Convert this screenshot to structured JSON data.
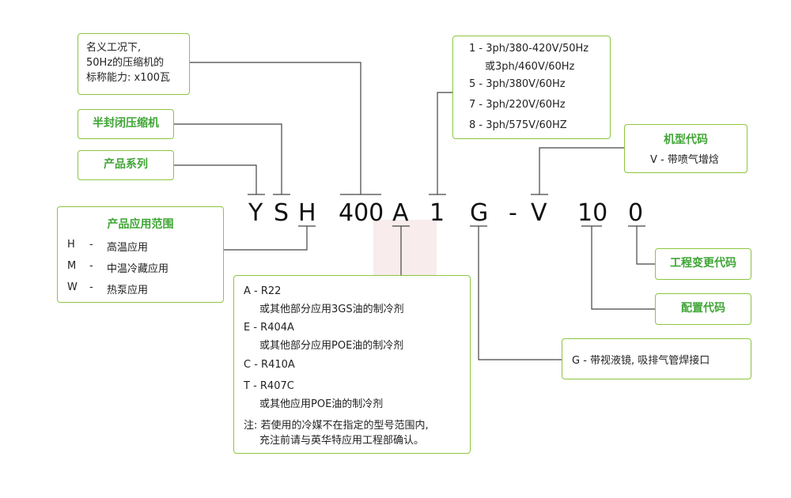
{
  "colors": {
    "border": "#8cc63f",
    "title": "#3fa535",
    "line": "#444444"
  },
  "model": {
    "Y": "Y",
    "S": "S",
    "H": "H",
    "cap": "400",
    "A": "A",
    "volt": "1",
    "G": "G",
    "dash": "-",
    "V": "V",
    "ten": "10",
    "zero": "0"
  },
  "capacity_box": {
    "line1": "名义工况下,",
    "line2": "50Hz的压缩机的",
    "line3": "标称能力: x100瓦"
  },
  "semi_box": {
    "title": "半封闭压缩机"
  },
  "series_box": {
    "title": "产品系列"
  },
  "application_box": {
    "title": "产品应用范围",
    "items": [
      {
        "code": "H",
        "dash": "-",
        "label": "高温应用"
      },
      {
        "code": "M",
        "dash": "-",
        "label": "中温冷藏应用"
      },
      {
        "code": "W",
        "dash": "-",
        "label": "热泵应用"
      }
    ]
  },
  "voltage_box": {
    "items": [
      {
        "line": "1 - 3ph/380-420V/50Hz",
        "line2": "或3ph/460V/60Hz"
      },
      {
        "line": "5 - 3ph/380V/60Hz"
      },
      {
        "line": "7 - 3ph/220V/60Hz"
      },
      {
        "line": "8 - 3ph/575V/60HZ"
      }
    ]
  },
  "model_code_box": {
    "title": "机型代码",
    "item": "V - 带喷气增焓"
  },
  "refrigerant_box": {
    "items": [
      {
        "line": "A - R22",
        "line2": "或其他部分应用3GS油的制冷剂"
      },
      {
        "line": "E - R404A",
        "line2": "或其他部分应用POE油的制冷剂"
      },
      {
        "line": "C - R410A"
      },
      {
        "line": "T - R407C",
        "line2": "或其他应用POE油的制冷剂"
      }
    ],
    "note1": "注: 若使用的冷媒不在指定的型号范围内,",
    "note2": "充注前请与英华特应用工程部确认。"
  },
  "eng_change_box": {
    "title": "工程变更代码"
  },
  "config_box": {
    "title": "配置代码"
  },
  "g_box": {
    "text": "G - 带视液镜, 吸排气管焊接口"
  }
}
